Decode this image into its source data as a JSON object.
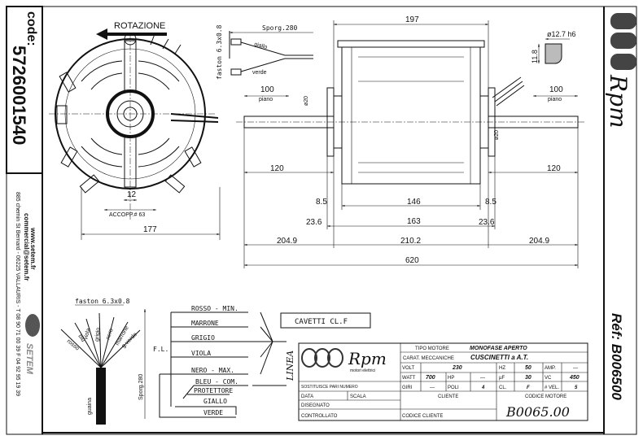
{
  "left_strip": {
    "code_label": "code:",
    "code_value": "5726001540",
    "website": "www.setem.fr",
    "email": "commercial@setem.fr",
    "address": "885 chemin St Bernard  -  06225 VALLAURIS  -  T 08 90 71 00 39   F 04 92 95 19 39",
    "brand": "SETEM"
  },
  "right_strip": {
    "logo_text": "Rpm",
    "reference": "Réf: B006500"
  },
  "front_view": {
    "rotation_label": "ROTAZIONE",
    "dim_12": "12",
    "coupling": "ACCOPP.# 63",
    "dim_177": "177"
  },
  "leads_top": {
    "length": "Sporg.280",
    "faston": "faston 6.3x0.8",
    "wire1": "giallo",
    "wire2": "verde"
  },
  "side_view": {
    "dim_197": "197",
    "piano_len_left": "100",
    "piano_left": "piano",
    "piano_len_right": "100",
    "piano_right": "piano",
    "dia_left": "ø20",
    "dia_right": "ø20",
    "shaft_left": "120",
    "shaft_right": "120",
    "d_8_5_left": "8.5",
    "d_146": "146",
    "d_8_5_right": "8.5",
    "d_23_6_left": "23.6",
    "d_163": "163",
    "d_23_6_right": "23.6",
    "d_204_9_left": "204.9",
    "d_210_2": "210.2",
    "d_204_9_right": "204.9",
    "d_620": "620"
  },
  "shaft_section": {
    "diameter": "ø12.7 h6",
    "flat": "11.8"
  },
  "wiring": {
    "faston": "faston 6.3x0.8",
    "sheath": "guaina",
    "length": "Sporg.280",
    "leads": [
      "rosso",
      "blu",
      "viola",
      "grigio",
      "nero",
      "marrone",
      "g.verde"
    ],
    "lines": [
      "ROSSO - MIN.",
      "MARRONE",
      "GRIGIO",
      "VIOLA",
      "NERO - MAX.",
      "BLEU - COM.",
      "PROTETTORE",
      "GIALLO",
      "VERDE"
    ],
    "fl": "F.L.",
    "linea": "LINEA",
    "cable_class": "CAVETTI CL.F"
  },
  "title_block": {
    "logo": "Rpm",
    "logo_sub": "motori elettrici",
    "tipo_motore_label": "TIPO MOTORE",
    "tipo_motore": "MONOFASE APERTO",
    "carat_label": "CARAT. MECCANICHE",
    "carat": "CUSCINETTI a A.T.",
    "volt_label": "VOLT",
    "volt": "230",
    "hz_label": "HZ",
    "hz": "50",
    "amp_label": "AMP.",
    "amp": "—",
    "watt_label": "WATT",
    "watt": "700",
    "hp_label": "HP",
    "hp": "—",
    "uf_label": "µF",
    "uf": "30",
    "vc_label": "VC",
    "vc": "450",
    "giri_label": "GIRI",
    "giri": "—",
    "poli_label": "POLI",
    "poli": "4",
    "cl_label": "CL.",
    "cl": "F",
    "vel_label": "# VEL.",
    "vel": "5",
    "sostituisce": "SOSTITUISCE PARI NUMERO",
    "data": "DATA",
    "scala": "SCALA",
    "disegnato": "DISEGNATO",
    "controllato": "CONTROLLATO",
    "cliente": "CLIENTE",
    "codice_cliente": "CODICE CLIENTE",
    "codice_motore_label": "CODICE MOTORE",
    "codice_motore": "B0065.00"
  }
}
